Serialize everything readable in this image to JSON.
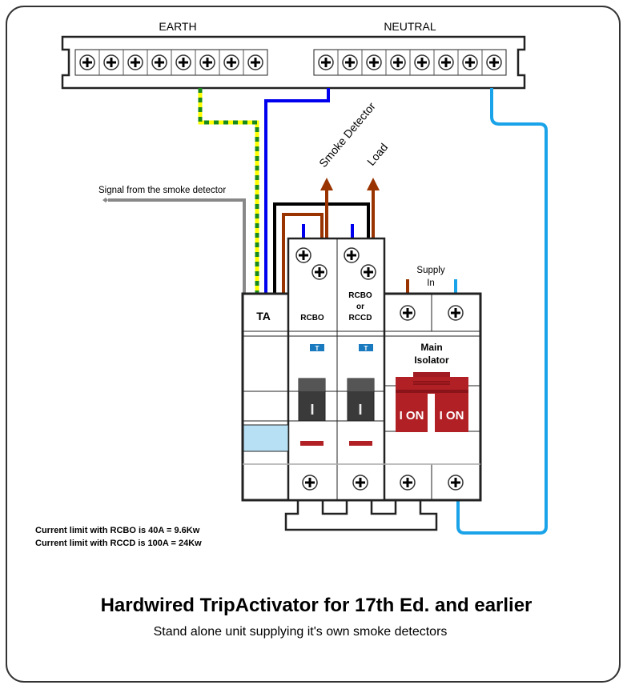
{
  "busbar": {
    "earth_label": "EARTH",
    "neutral_label": "NEUTRAL"
  },
  "wires": {
    "signal_label": "Signal from the smoke detector",
    "smoke_detector_label": "Smoke Detector",
    "load_label": "Load",
    "supply_label_1": "Supply",
    "supply_label_2": "In"
  },
  "modules": {
    "ta_label": "TA",
    "rcbo_label": "RCBO",
    "rccd_label_1": "RCBO",
    "rccd_label_2": "or",
    "rccd_label_3": "RCCD",
    "test_label": "T",
    "toggle_label": "I",
    "isolator_label_1": "Main",
    "isolator_label_2": "Isolator",
    "isolator_on_1": "I ON",
    "isolator_on_2": "I ON"
  },
  "notes": [
    "Current limit with RCBO is 40A = 9.6Kw",
    "Current limit with RCCD is 100A = 24Kw"
  ],
  "title": "Hardwired  TripActivator for 17th Ed. and earlier",
  "subtitle": "Stand alone unit supplying it's own smoke detectors",
  "colors": {
    "earth_green": "#1a8a1a",
    "earth_yellow": "#ffff00",
    "neutral_blue": "#0000ee",
    "supply_blue": "#1aa3e8",
    "live_brown": "#993300",
    "isolator_red": "#b02025"
  }
}
